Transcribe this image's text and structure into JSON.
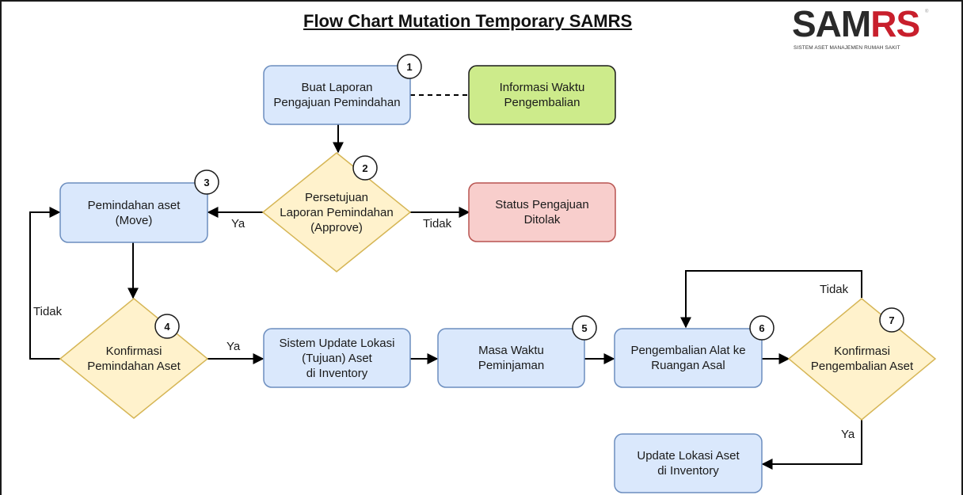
{
  "title": "Flow Chart Mutation Temporary SAMRS",
  "logo": {
    "sam": "SAM",
    "rs": "RS",
    "subtitle": "SISTEM ASET MANAJEMEN RUMAH SAKIT",
    "reg": "®"
  },
  "colors": {
    "blue_fill": "#dae8fc",
    "blue_stroke": "#6c8ebf",
    "green_fill": "#cdeb8b",
    "red_fill": "#f8cecc",
    "red_stroke": "#b85450",
    "yellow_fill": "#fff2cc",
    "yellow_stroke": "#d6b656"
  },
  "nodes": {
    "buat_laporan": "Buat Laporan\nPengajuan Pemindahan",
    "informasi_waktu": "Informasi Waktu\nPengembalian",
    "persetujuan": "Persetujuan\nLaporan Pemindahan\n(Approve)",
    "status_ditolak": "Status Pengajuan\nDitolak",
    "pemindahan_aset": "Pemindahan aset\n(Move)",
    "konfirmasi_pemindahan": "Konfirmasi\nPemindahan Aset",
    "sistem_update": "Sistem Update Lokasi\n(Tujuan) Aset\ndi Inventory",
    "masa_waktu": "Masa Waktu\nPeminjaman",
    "pengembalian_alat": "Pengembalian Alat ke\nRuangan Asal",
    "konfirmasi_pengembalian": "Konfirmasi\nPengembalian Aset",
    "update_lokasi": "Update Lokasi Aset\ndi Inventory"
  },
  "badges": {
    "b1": "1",
    "b2": "2",
    "b3": "3",
    "b4": "4",
    "b5": "5",
    "b6": "6",
    "b7": "7"
  },
  "edge_labels": {
    "ya_approve": "Ya",
    "tidak_approve": "Tidak",
    "tidak_konfirmasi": "Tidak",
    "ya_konfirmasi": "Ya",
    "tidak_pengembalian": "Tidak",
    "ya_pengembalian": "Ya"
  }
}
